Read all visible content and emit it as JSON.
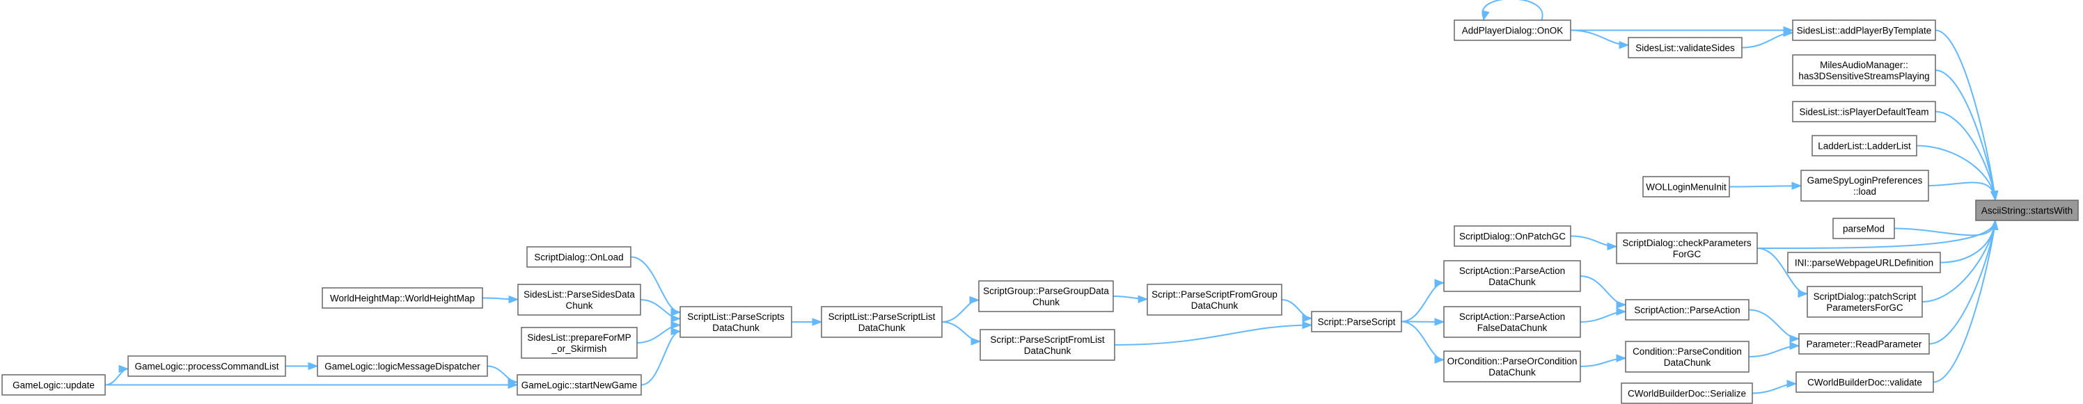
{
  "diagram": {
    "root": "n_root",
    "nodes": [
      {
        "id": "n_root",
        "lines": [
          "AsciiString::startsWith"
        ],
        "root": true
      },
      {
        "id": "n_addByTemplate",
        "lines": [
          "SidesList::addPlayerByTemplate"
        ]
      },
      {
        "id": "n_miles",
        "lines": [
          "MilesAudioManager::",
          "has3DSensitiveStreamsPlaying"
        ]
      },
      {
        "id": "n_isPlayerDefault",
        "lines": [
          "SidesList::isPlayerDefaultTeam"
        ]
      },
      {
        "id": "n_ladder",
        "lines": [
          "LadderList::LadderList"
        ]
      },
      {
        "id": "n_gamespy",
        "lines": [
          "GameSpyLoginPreferences",
          "::load"
        ]
      },
      {
        "id": "n_parseMod",
        "lines": [
          "parseMod"
        ]
      },
      {
        "id": "n_iniParse",
        "lines": [
          "INI::parseWebpageURLDefinition"
        ]
      },
      {
        "id": "n_patchScript",
        "lines": [
          "ScriptDialog::patchScript",
          "ParametersForGC"
        ]
      },
      {
        "id": "n_readParam",
        "lines": [
          "Parameter::ReadParameter"
        ]
      },
      {
        "id": "n_validate",
        "lines": [
          "CWorldBuilderDoc::validate"
        ]
      },
      {
        "id": "n_onOK",
        "lines": [
          "AddPlayerDialog::OnOK"
        ]
      },
      {
        "id": "n_validateSides",
        "lines": [
          "SidesList::validateSides"
        ]
      },
      {
        "id": "n_wolLogin",
        "lines": [
          "WOLLoginMenuInit"
        ]
      },
      {
        "id": "n_checkParams",
        "lines": [
          "ScriptDialog::checkParameters",
          "ForGC"
        ]
      },
      {
        "id": "n_onPatchGC",
        "lines": [
          "ScriptDialog::OnPatchGC"
        ]
      },
      {
        "id": "n_scriptActionParse",
        "lines": [
          "ScriptAction::ParseAction"
        ]
      },
      {
        "id": "n_conditionParse",
        "lines": [
          "Condition::ParseCondition",
          "DataChunk"
        ]
      },
      {
        "id": "n_serialize",
        "lines": [
          "CWorldBuilderDoc::Serialize"
        ]
      },
      {
        "id": "n_actionDataChunk",
        "lines": [
          "ScriptAction::ParseAction",
          "DataChunk"
        ]
      },
      {
        "id": "n_actionFalseDataChunk",
        "lines": [
          "ScriptAction::ParseAction",
          "FalseDataChunk"
        ]
      },
      {
        "id": "n_orCondition",
        "lines": [
          "OrCondition::ParseOrCondition",
          "DataChunk"
        ]
      },
      {
        "id": "n_parseScript",
        "lines": [
          "Script::ParseScript"
        ]
      },
      {
        "id": "n_fromGroup",
        "lines": [
          "Script::ParseScriptFromGroup",
          "DataChunk"
        ]
      },
      {
        "id": "n_fromList",
        "lines": [
          "Script::ParseScriptFromList",
          "DataChunk"
        ]
      },
      {
        "id": "n_groupData",
        "lines": [
          "ScriptGroup::ParseGroupData",
          "Chunk"
        ]
      },
      {
        "id": "n_listData",
        "lines": [
          "ScriptList::ParseScriptList",
          "DataChunk"
        ]
      },
      {
        "id": "n_scriptsData",
        "lines": [
          "ScriptList::ParseScripts",
          "DataChunk"
        ]
      },
      {
        "id": "n_onLoad",
        "lines": [
          "ScriptDialog::OnLoad"
        ]
      },
      {
        "id": "n_sidesData",
        "lines": [
          "SidesList::ParseSidesData",
          "Chunk"
        ]
      },
      {
        "id": "n_prepare",
        "lines": [
          "SidesList::prepareForMP",
          "_or_Skirmish"
        ]
      },
      {
        "id": "n_startNewGame",
        "lines": [
          "GameLogic::startNewGame"
        ]
      },
      {
        "id": "n_worldHeight",
        "lines": [
          "WorldHeightMap::WorldHeightMap"
        ]
      },
      {
        "id": "n_logicDispatcher",
        "lines": [
          "GameLogic::logicMessageDispatcher"
        ]
      },
      {
        "id": "n_processCmd",
        "lines": [
          "GameLogic::processCommandList"
        ]
      },
      {
        "id": "n_update",
        "lines": [
          "GameLogic::update"
        ]
      }
    ],
    "edges": [
      [
        "n_addByTemplate",
        "n_root"
      ],
      [
        "n_miles",
        "n_root"
      ],
      [
        "n_isPlayerDefault",
        "n_root"
      ],
      [
        "n_ladder",
        "n_root"
      ],
      [
        "n_gamespy",
        "n_root"
      ],
      [
        "n_parseMod",
        "n_root"
      ],
      [
        "n_iniParse",
        "n_root"
      ],
      [
        "n_patchScript",
        "n_root"
      ],
      [
        "n_readParam",
        "n_root"
      ],
      [
        "n_validate",
        "n_root"
      ],
      [
        "n_checkParams",
        "n_root"
      ],
      [
        "n_onOK",
        "n_onOK"
      ],
      [
        "n_onOK",
        "n_addByTemplate"
      ],
      [
        "n_onOK",
        "n_validateSides"
      ],
      [
        "n_validateSides",
        "n_addByTemplate"
      ],
      [
        "n_wolLogin",
        "n_gamespy"
      ],
      [
        "n_onPatchGC",
        "n_checkParams"
      ],
      [
        "n_checkParams",
        "n_patchScript"
      ],
      [
        "n_scriptActionParse",
        "n_readParam"
      ],
      [
        "n_conditionParse",
        "n_readParam"
      ],
      [
        "n_serialize",
        "n_validate"
      ],
      [
        "n_actionDataChunk",
        "n_scriptActionParse"
      ],
      [
        "n_actionFalseDataChunk",
        "n_scriptActionParse"
      ],
      [
        "n_orCondition",
        "n_conditionParse"
      ],
      [
        "n_parseScript",
        "n_actionDataChunk"
      ],
      [
        "n_parseScript",
        "n_actionFalseDataChunk"
      ],
      [
        "n_parseScript",
        "n_orCondition"
      ],
      [
        "n_fromGroup",
        "n_parseScript"
      ],
      [
        "n_fromList",
        "n_parseScript"
      ],
      [
        "n_groupData",
        "n_fromGroup"
      ],
      [
        "n_listData",
        "n_groupData"
      ],
      [
        "n_listData",
        "n_fromList"
      ],
      [
        "n_scriptsData",
        "n_listData"
      ],
      [
        "n_onLoad",
        "n_scriptsData"
      ],
      [
        "n_sidesData",
        "n_scriptsData"
      ],
      [
        "n_prepare",
        "n_scriptsData"
      ],
      [
        "n_startNewGame",
        "n_scriptsData"
      ],
      [
        "n_worldHeight",
        "n_sidesData"
      ],
      [
        "n_logicDispatcher",
        "n_startNewGame"
      ],
      [
        "n_processCmd",
        "n_logicDispatcher"
      ],
      [
        "n_update",
        "n_processCmd"
      ],
      [
        "n_update",
        "n_startNewGame"
      ]
    ]
  },
  "colors": {
    "edge": "#63B8FF",
    "node_border": "#666666",
    "root_fill": "#999999",
    "node_fill": "#ffffff",
    "text": "#000000"
  }
}
